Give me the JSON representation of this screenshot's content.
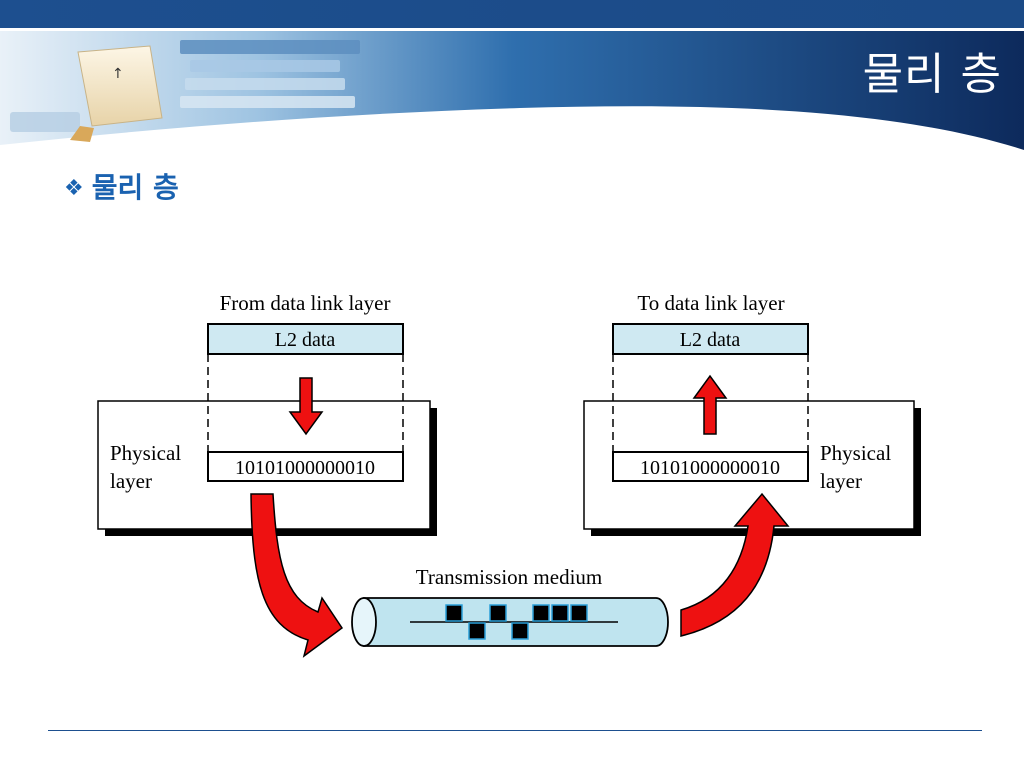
{
  "slide": {
    "title": "물리 층",
    "bullet": "물리 층",
    "bullet_glyph": "❖"
  },
  "diagram": {
    "sender": {
      "caption": "From data link layer",
      "l2_box": "L2 data",
      "layer_label_line1": "Physical",
      "layer_label_line2": "layer",
      "bits": "10101000000010"
    },
    "receiver": {
      "caption": "To data link layer",
      "l2_box": "L2 data",
      "layer_label_line1": "Physical",
      "layer_label_line2": "layer",
      "bits": "10101000000010"
    },
    "medium": {
      "caption": "Transmission medium"
    }
  },
  "colors": {
    "header_dark": "#0d2a5c",
    "header_mid": "#1f5c9e",
    "accent_blue": "#1a62b0",
    "box_fill": "#cfe9f2",
    "cable_fill": "#bfe4ef",
    "arrow_red": "#ee1111",
    "signal": "#000000"
  }
}
